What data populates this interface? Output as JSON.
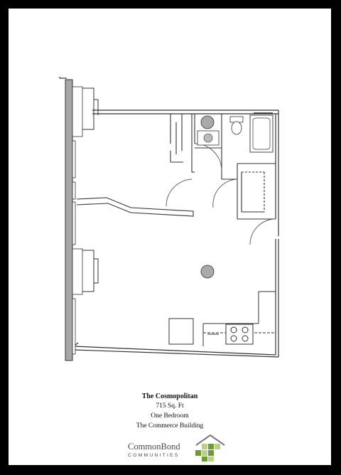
{
  "caption": {
    "title": "The Cosmopolitan",
    "size": "715 Sq. Ft",
    "unit_type": "One Bedroom",
    "building": "The Commerce Building"
  },
  "logo": {
    "name": "CommonBond",
    "subtitle": "COMMUNITIES",
    "colors": {
      "green_dark": "#6f9a3a",
      "green_light": "#b8d08a",
      "gray": "#7a7a7a"
    }
  },
  "colors": {
    "frame": "#000000",
    "wall": "#333333",
    "fixture": "#999999"
  }
}
